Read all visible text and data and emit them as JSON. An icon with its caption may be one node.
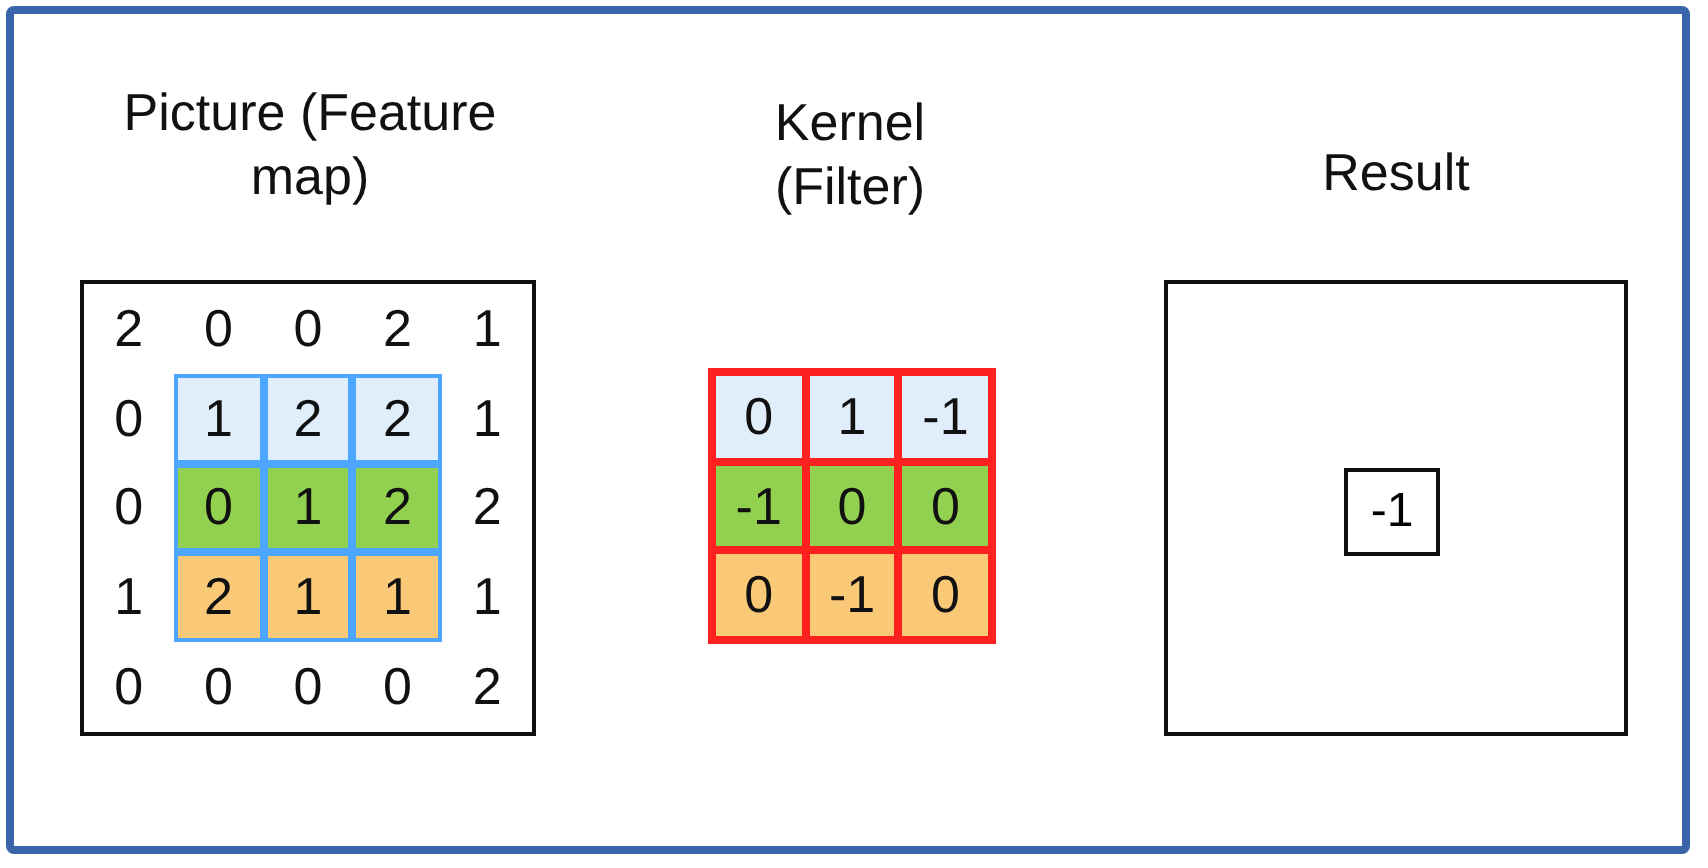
{
  "diagram": {
    "nodes": [
      {
        "text": [
          "Picture (Feature map)"
        ]
      },
      {
        "text": [
          "Kernel (Filter)"
        ]
      },
      {
        "text": [
          "Result"
        ]
      },
      {
        "text": [
          "-1"
        ],
        "in": 2
      }
    ],
    "labels": [
      "2",
      "0",
      "0",
      "2",
      "1",
      "0",
      "1",
      "2",
      "2",
      "1",
      "0",
      "0",
      "1",
      "2",
      "2",
      "1",
      "2",
      "1",
      "1",
      "1",
      "0",
      "0",
      "0",
      "0",
      "2",
      "0",
      "1",
      "-1",
      "-1",
      "0",
      "0",
      "0",
      "-1",
      "0"
    ]
  }
}
